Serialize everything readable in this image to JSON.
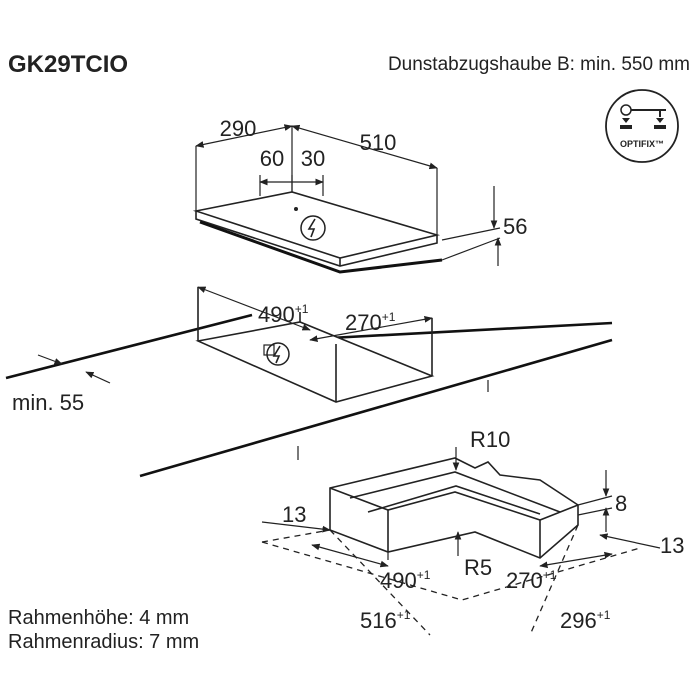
{
  "title": "GK29TCIO",
  "hood_note": "Dunstabzugshaube B: min. 550 mm",
  "badge": {
    "label": "OPTIFIX™",
    "icon": "optifix-badge-icon"
  },
  "hob_dims": {
    "width_left": "290",
    "width_right": "510",
    "knob_a": "60",
    "knob_b": "30",
    "height": "56"
  },
  "cutout_dims": {
    "depth": "490",
    "depth_tol": "+1",
    "width": "270",
    "width_tol": "+1",
    "min_edge": "min. 55"
  },
  "frame_dims": {
    "radius_outer": "R10",
    "radius_inner": "R5",
    "step": "8",
    "margin_left": "13",
    "margin_right": "13",
    "inner_depth": "490",
    "inner_depth_tol": "+1",
    "inner_width": "270",
    "inner_width_tol": "+1",
    "outer_depth": "516",
    "outer_depth_tol": "+1",
    "outer_width": "296",
    "outer_width_tol": "+1"
  },
  "notes": {
    "frame_height": "Rahmenhöhe: 4 mm",
    "frame_radius": "Rahmenradius: 7 mm"
  },
  "icons": [
    "power-symbol-icon",
    "optifix-badge-icon"
  ]
}
